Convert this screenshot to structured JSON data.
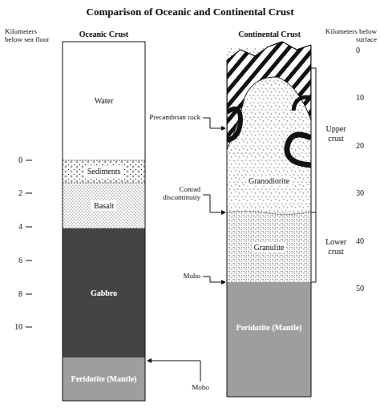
{
  "diagram": {
    "title": "Comparison of Oceanic and Continental Crust",
    "nodes": [
      {
        "text": [
          "Water"
        ]
      },
      {
        "text": [
          "Sediments"
        ]
      },
      {
        "text": [
          "Basalt"
        ]
      },
      {
        "text": [
          "Gabbro"
        ]
      },
      {
        "text": [
          "Peridotite (Mantle)"
        ]
      },
      {
        "text": [
          "Granodiorite"
        ]
      },
      {
        "text": [
          "Granulite"
        ]
      },
      {
        "text": [
          "Peridotite (Mantle)"
        ]
      }
    ],
    "labels": [
      "Kilometers below sea floor",
      "Oceanic Crust",
      "Continental Crust",
      "Kilometers below surface",
      "0",
      "2",
      "4",
      "6",
      "8",
      "10",
      "0",
      "10",
      "20",
      "30",
      "40",
      "50",
      "Precambrian rock",
      "Conrad discontinuity",
      "Moho",
      "Upper crust",
      "Lower crust",
      "Moho"
    ]
  }
}
